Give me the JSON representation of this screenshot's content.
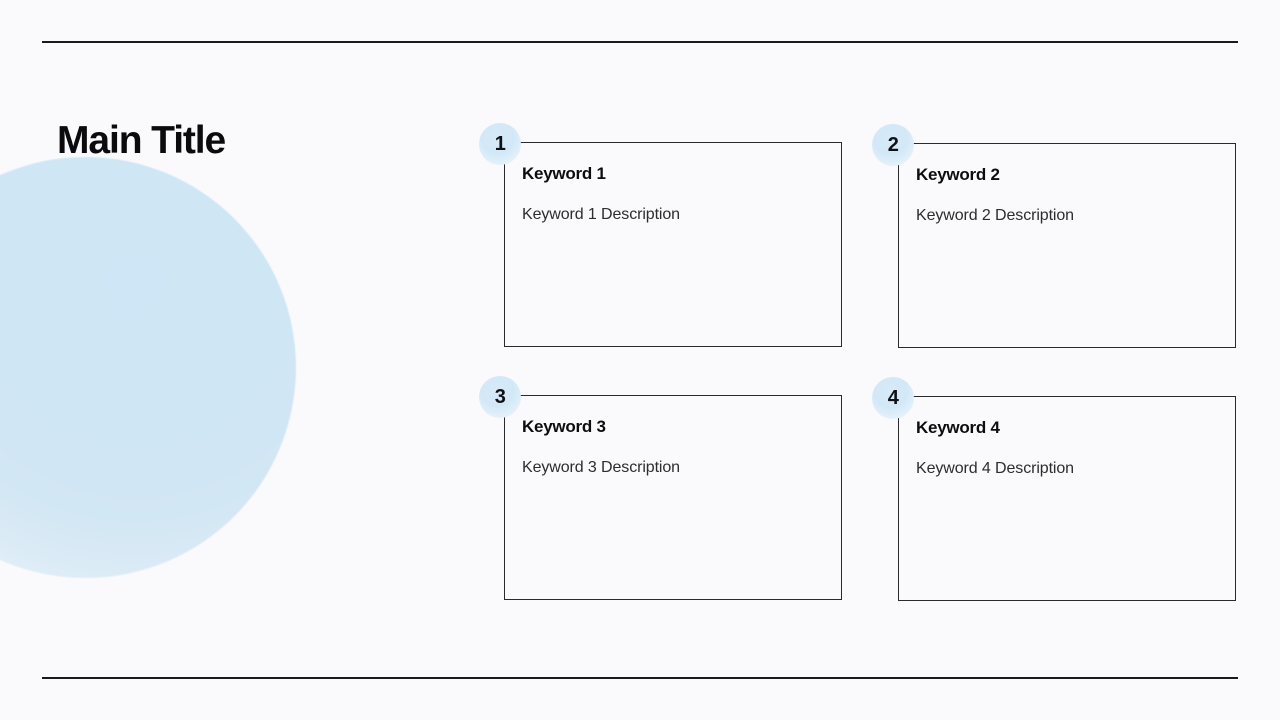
{
  "slide": {
    "title": "Main Title",
    "background_color": "#faf9fb",
    "rule_color": "#1a1a1a",
    "accent_color": "#cfe6f6"
  },
  "decor": {
    "circle_name": "blue-gradient-circle",
    "circle_color": "#cfe6f6"
  },
  "cards": [
    {
      "number": "1",
      "keyword": "Keyword 1",
      "description": "Keyword 1 Description"
    },
    {
      "number": "2",
      "keyword": "Keyword 2",
      "description": "Keyword 2 Description"
    },
    {
      "number": "3",
      "keyword": "Keyword 3",
      "description": "Keyword 3 Description"
    },
    {
      "number": "4",
      "keyword": "Keyword 4",
      "description": "Keyword 4 Description"
    }
  ]
}
